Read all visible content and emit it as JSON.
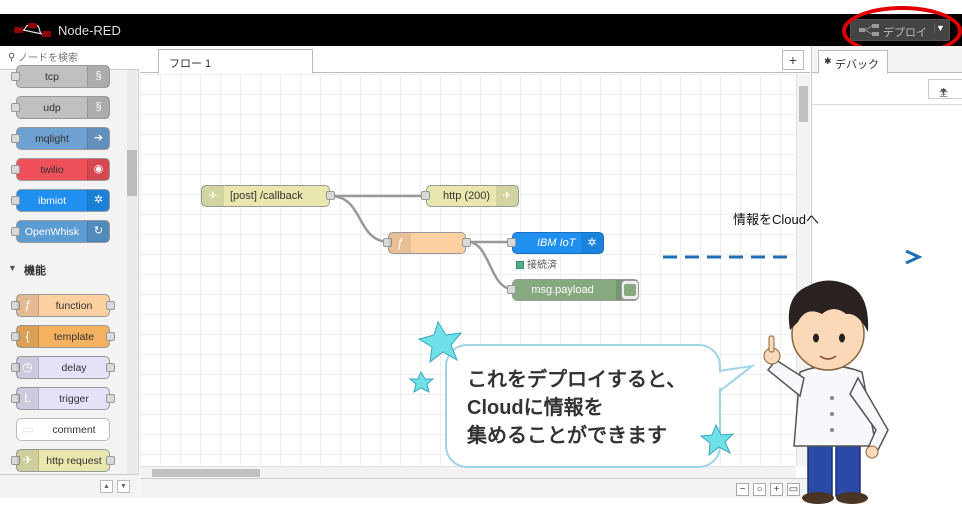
{
  "header": {
    "title": "Node-RED",
    "deploy_label": "デプロイ"
  },
  "palette": {
    "search_placeholder": "ノードを検索",
    "input_nodes": [
      {
        "label": "tcp",
        "color": "#c0c0c0"
      },
      {
        "label": "udp",
        "color": "#c0c0c0"
      },
      {
        "label": "mqlight",
        "color": "#6fa0d2"
      },
      {
        "label": "twilio",
        "color": "#f0505a"
      },
      {
        "label": "ibmiot",
        "color": "#1f8ff0"
      },
      {
        "label": "OpenWhisk",
        "color": "#5a9bd1"
      }
    ],
    "category": "機能",
    "function_nodes": [
      {
        "label": "function",
        "color": "#fdd0a2"
      },
      {
        "label": "template",
        "color": "#f4b160"
      },
      {
        "label": "delay",
        "color": "#e6e0f8"
      },
      {
        "label": "trigger",
        "color": "#e6e0f8"
      },
      {
        "label": "comment",
        "color": "#ffffff"
      },
      {
        "label": "http request",
        "color": "#e7e7ae"
      }
    ]
  },
  "workspace": {
    "tab_label": "フロー 1",
    "nodes": {
      "http_in": {
        "label": "[post] /callback",
        "color": "#e7e7ae"
      },
      "http_response": {
        "label": "http (200)",
        "color": "#e7e7ae"
      },
      "function": {
        "label": "",
        "color": "#fdd0a2"
      },
      "ibm_iot": {
        "label": "IBM IoT",
        "color": "#1f8ff0",
        "status": "接続済"
      },
      "debug": {
        "label": "msg.payload",
        "color": "#87a980"
      }
    }
  },
  "sidebar": {
    "tab_label": "デバック",
    "filter_label": "全"
  },
  "overlay": {
    "arrow_label": "情報をCloudへ",
    "bubble_lines": [
      "これをデプロイすると、",
      "Cloudに情報を",
      "集めることができます"
    ]
  }
}
